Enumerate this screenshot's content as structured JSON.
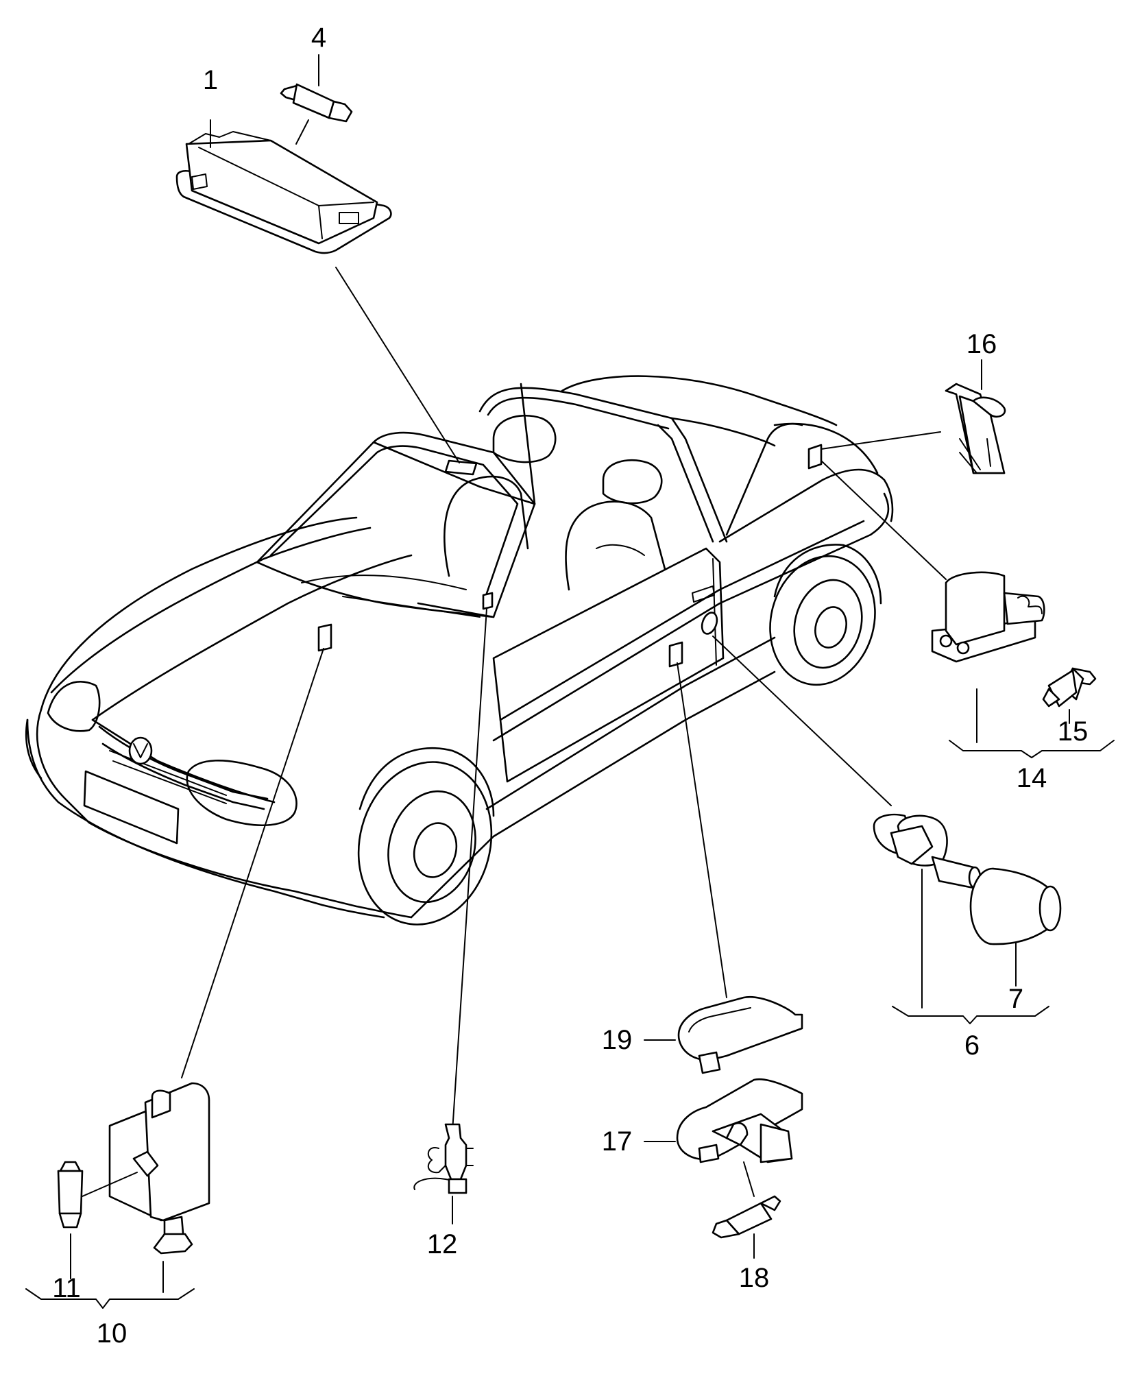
{
  "diagram": {
    "labels": {
      "p1": "1",
      "p4": "4",
      "p6": "6",
      "p7": "7",
      "p10": "10",
      "p11": "11",
      "p12": "12",
      "p14": "14",
      "p15": "15",
      "p16": "16",
      "p17": "17",
      "p18": "18",
      "p19": "19"
    },
    "icons": {
      "car": "convertible-car-outline",
      "dome_light": "interior-light-housing",
      "bulb": "festoon-bulb",
      "door_switch": "door-contact-switch",
      "switch_cap": "rubber-cap",
      "trunk_light": "trunk-light-housing",
      "footwell_light": "footwell-light-housing",
      "glovebox_switch": "glovebox-switch",
      "door_light": "door-warning-light",
      "lens": "light-lens"
    }
  }
}
